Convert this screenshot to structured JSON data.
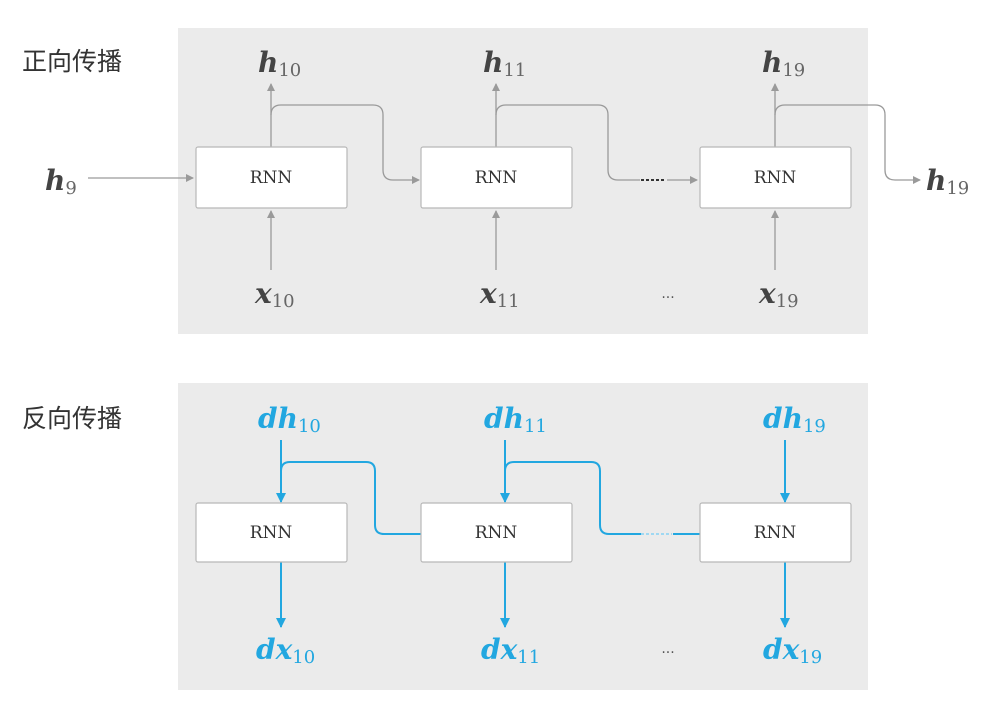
{
  "labels": {
    "forward": "正向传播",
    "backward": "反向传播"
  },
  "rnn_label": "RNN",
  "forward": {
    "h_in": {
      "base": "h",
      "sub": "9"
    },
    "h_out": {
      "base": "h",
      "sub": "19"
    },
    "outputs": [
      {
        "base": "h",
        "sub": "10"
      },
      {
        "base": "h",
        "sub": "11"
      },
      {
        "base": "h",
        "sub": "19"
      }
    ],
    "inputs": [
      {
        "base": "x",
        "sub": "10"
      },
      {
        "base": "x",
        "sub": "11"
      },
      {
        "base": "x",
        "sub": "19"
      }
    ],
    "ellipsis": "..."
  },
  "backward": {
    "top": [
      {
        "base": "dh",
        "sub": "10"
      },
      {
        "base": "dh",
        "sub": "11"
      },
      {
        "base": "dh",
        "sub": "19"
      }
    ],
    "bottom": [
      {
        "base": "dx",
        "sub": "10"
      },
      {
        "base": "dx",
        "sub": "11"
      },
      {
        "base": "dx",
        "sub": "19"
      }
    ],
    "ellipsis": "..."
  },
  "colors": {
    "panel": "#ebebeb",
    "gray_line": "#9a9a9a",
    "blue": "#22a7e0"
  }
}
